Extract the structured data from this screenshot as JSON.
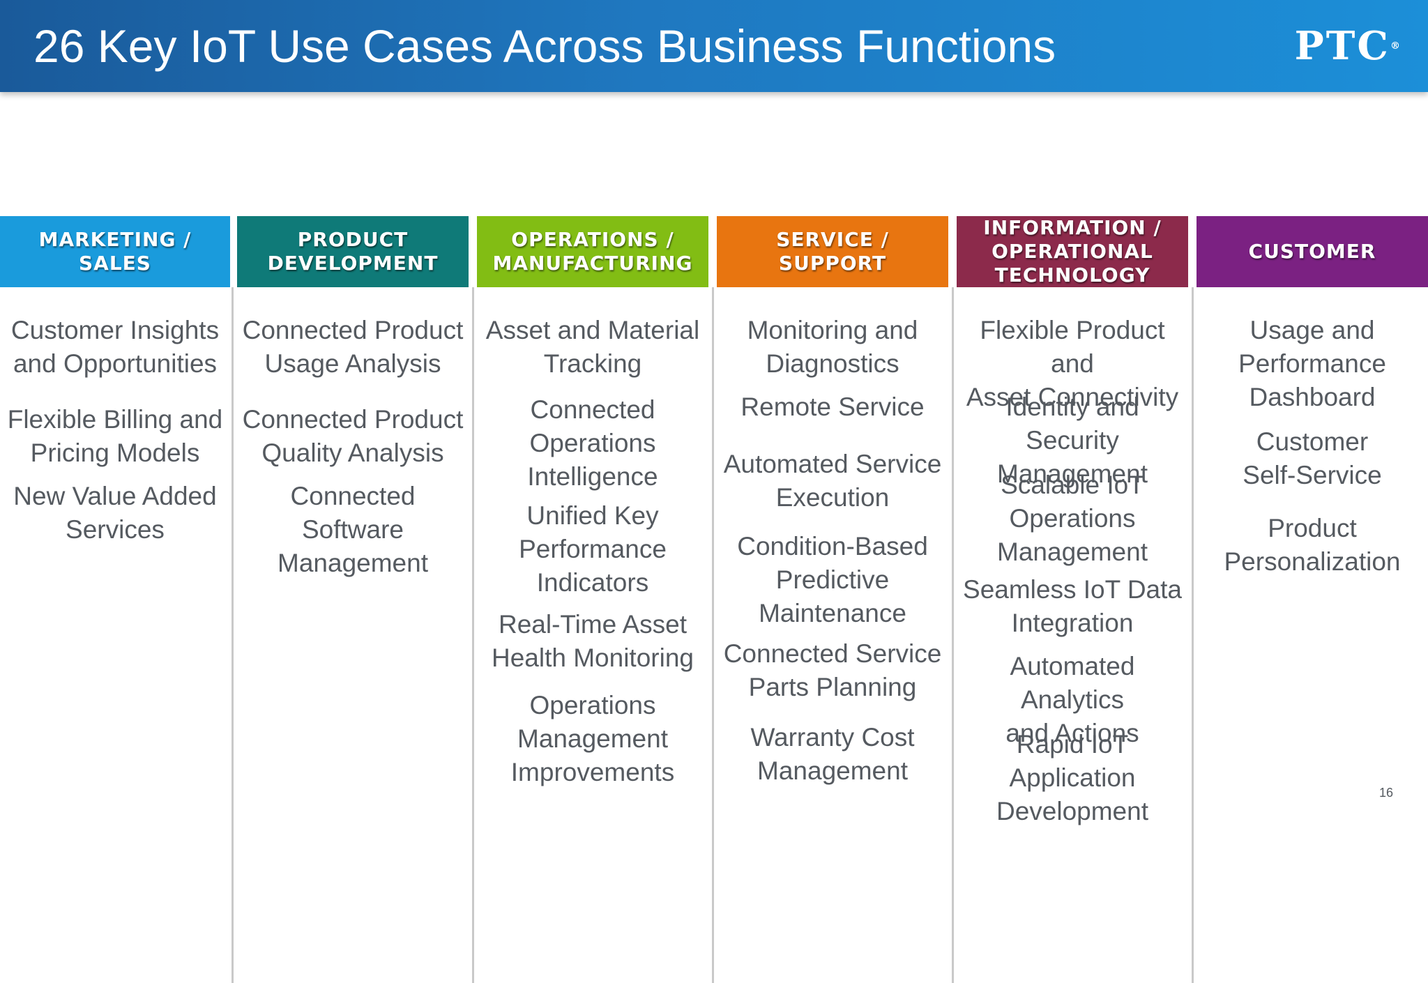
{
  "header": {
    "title": "26 Key IoT Use Cases Across Business Functions",
    "logo": "PTC",
    "logo_mark": "®"
  },
  "colors": {
    "marketing_sales": "#1a9bdc",
    "product_development": "#0f7a78",
    "operations_manufacturing": "#82bd14",
    "service_support": "#e87510",
    "it_ot": "#8c2a4b",
    "customer": "#7b2182",
    "item_text": "#555a60"
  },
  "columns": [
    {
      "header": "MARKETING /\nSALES",
      "items": [
        "Customer Insights\nand Opportunities",
        "Flexible Billing and\nPricing Models",
        "New Value Added\nServices"
      ]
    },
    {
      "header": "PRODUCT\nDEVELOPMENT",
      "items": [
        "Connected Product\nUsage Analysis",
        "Connected Product\nQuality Analysis",
        "Connected Software\nManagement"
      ]
    },
    {
      "header": "OPERATIONS /\nMANUFACTURING",
      "items": [
        "Asset and Material\nTracking",
        "Connected\nOperations\nIntelligence",
        "Unified Key\nPerformance\nIndicators",
        "Real-Time Asset\nHealth Monitoring",
        "Operations\nManagement\nImprovements"
      ]
    },
    {
      "header": "SERVICE /\nSUPPORT",
      "items": [
        "Monitoring and\nDiagnostics",
        "Remote Service",
        "Automated Service\nExecution",
        "Condition-Based\nPredictive\nMaintenance",
        "Connected Service\nParts Planning",
        "Warranty Cost\nManagement"
      ]
    },
    {
      "header": "INFORMATION /\nOPERATIONAL\nTECHNOLOGY",
      "items": [
        "Flexible Product and\nAsset Connectivity",
        "Identity and Security\nManagement",
        "Scalable IoT\nOperations\nManagement",
        "Seamless IoT Data\nIntegration",
        "Automated Analytics\nand Actions",
        "Rapid IoT Application\nDevelopment"
      ]
    },
    {
      "header": "CUSTOMER",
      "items": [
        "Usage and\nPerformance\nDashboard",
        "Customer\nSelf-Service",
        "Product\nPersonalization"
      ]
    }
  ],
  "footer": {
    "page_number": "16"
  }
}
